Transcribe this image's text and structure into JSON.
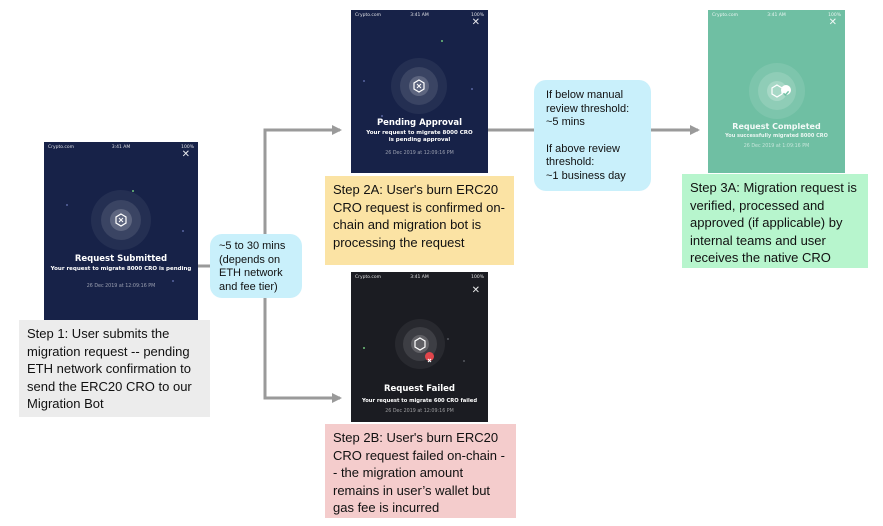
{
  "screens": {
    "submitted": {
      "carrier": "Crypto.com",
      "time": "3:41 AM",
      "battery": "100%",
      "close": "✕",
      "title": "Request Submitted",
      "message": "Your request to migrate 8000 CRO is pending",
      "timestamp": "26 Dec 2019 at 12:09:16 PM",
      "bg_color": "#172248",
      "icon": "crypto-coin-icon"
    },
    "pending": {
      "carrier": "Crypto.com",
      "time": "3:41 AM",
      "battery": "100%",
      "close": "✕",
      "title": "Pending Approval",
      "message": "Your request to migrate 8000 CRO is pending approval",
      "timestamp": "26 Dec 2019 at 12:09:16 PM",
      "bg_color": "#172248",
      "icon": "crypto-coin-icon"
    },
    "completed": {
      "carrier": "Crypto.com",
      "time": "3:41 AM",
      "battery": "100%",
      "close": "✕",
      "title": "Request Completed",
      "message": "You successfully migrated 8000 CRO",
      "timestamp": "26 Dec 2019 at 1:09:16 PM",
      "bg_color": "#6fbfa3",
      "icon": "check-badge-icon"
    },
    "failed": {
      "carrier": "Crypto.com",
      "time": "3:41 AM",
      "battery": "100%",
      "close": "✕",
      "title": "Request Failed",
      "message": "Your request to migrate 600 CRO failed",
      "timestamp": "26 Dec 2019 at 12:09:16 PM",
      "bg_color": "#1b1c22",
      "icon": "error-badge-icon"
    }
  },
  "steps": {
    "step1": {
      "text": "Step 1: User submits the migration request -- pending ETH network confirmation to send the ERC20 CRO to our Migration Bot",
      "bg_color": "#ececec"
    },
    "step2a": {
      "text": "Step 2A: User's burn ERC20 CRO request is confirmed on-chain and migration bot is processing the request",
      "bg_color": "#fbe3a4"
    },
    "step2b": {
      "text": "Step 2B: User's burn ERC20 CRO request failed on-chain -- the migration amount remains in user’s wallet but gas fee is incurred",
      "bg_color": "#f4cccc"
    },
    "step3a": {
      "text": "Step 3A: Migration request is verified, processed and approved (if applicable) by internal teams and user receives the native CRO",
      "bg_color": "#b7f5cd"
    }
  },
  "bubbles": {
    "eth_wait": "~5 to 30 mins (depends on ETH network and fee tier)",
    "review": {
      "below_label": "If below manual review threshold:",
      "below_value": "~5 mins",
      "above_label": "If above review threshold:",
      "above_value": "~1 business day"
    }
  },
  "colors": {
    "arrow": "#999999",
    "bubble": "#c9f0fb"
  }
}
